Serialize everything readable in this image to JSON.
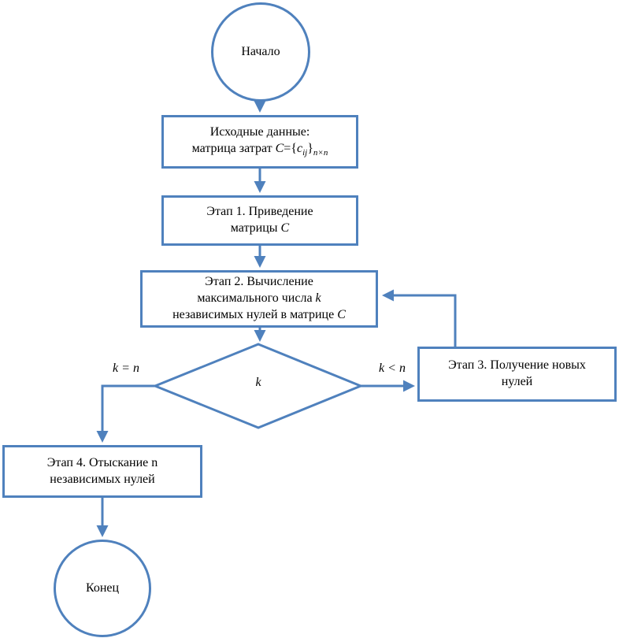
{
  "colors": {
    "accent": "#4f81bd",
    "text": "#000000",
    "background": "#ffffff"
  },
  "diagram_type": "flowchart",
  "nodes": {
    "start": {
      "label": "Начало"
    },
    "input": {
      "line1": "Исходные данные:",
      "line2_pre": "матрица затрат ",
      "line2_C": "C",
      "line2_mid": "={",
      "line2_c": "c",
      "line2_sub_ij": "ij",
      "line2_brace": "}",
      "line2_sub_nxn": "n×n"
    },
    "stage1": {
      "line1": "Этап 1. Приведение",
      "line2_pre": "матрицы ",
      "line2_C": "C"
    },
    "stage2": {
      "line1": "Этап 2. Вычисление",
      "line2_pre": "максимального числа ",
      "line2_k": "k",
      "line3_pre": "независимых нулей в матрице ",
      "line3_C": "C"
    },
    "decision": {
      "label": "k"
    },
    "stage3": {
      "line1": "Этап 3. Получение новых",
      "line2": "нулей"
    },
    "stage4": {
      "line1_pre": "Этап 4. Отыскание ",
      "line1_n": "n",
      "line2": "независимых нулей"
    },
    "end": {
      "label": "Конец"
    }
  },
  "edges": {
    "left_label": "k = n",
    "right_label": "k < n"
  }
}
